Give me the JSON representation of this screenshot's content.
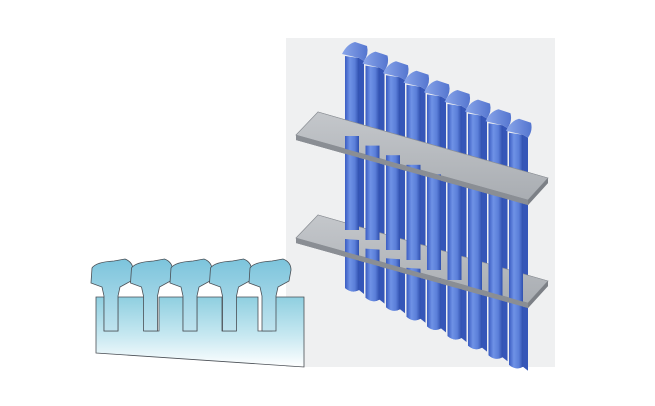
{
  "figure": {
    "panels": [
      {
        "id": "cross-section",
        "component_count": 5
      },
      {
        "id": "isometric-view",
        "blade_count": 9,
        "plate_count": 2
      }
    ],
    "colors": {
      "page_background": "#ffffff",
      "panel_background": "#eff0f1",
      "blade_blue": "#5a7cd6",
      "blade_blue_dark": "#3556b8",
      "blade_blue_light": "#9fb8f0",
      "plate_gray": "#b5b8bd",
      "plate_edge": "#8a8e94",
      "section_fill_top": "#9ad3e3",
      "section_fill_bottom": "#ffffff"
    }
  }
}
